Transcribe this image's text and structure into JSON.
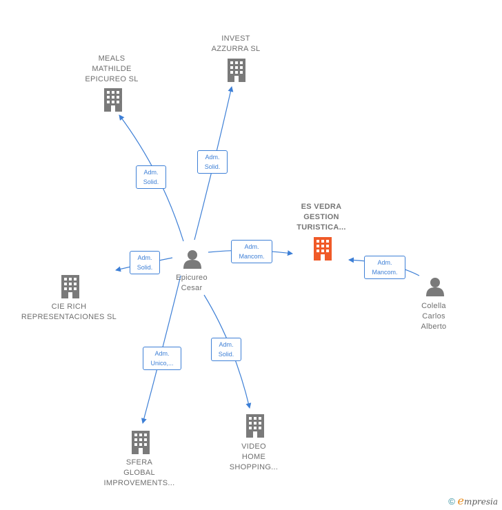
{
  "nodes": {
    "center": {
      "lines": [
        "Epicureo",
        "Cesar"
      ]
    },
    "meals": {
      "lines": [
        "MEALS",
        "MATHILDE",
        "EPICUREO  SL"
      ]
    },
    "invest": {
      "lines": [
        "INVEST",
        "AZZURRA  SL"
      ]
    },
    "esvedra": {
      "lines": [
        "ES VEDRA",
        "GESTION",
        "TURISTICA..."
      ]
    },
    "cierich": {
      "lines": [
        "CIE RICH",
        "REPRESENTACIONES SL"
      ]
    },
    "sfera": {
      "lines": [
        "SFERA",
        "GLOBAL",
        "IMPROVEMENTS..."
      ]
    },
    "video": {
      "lines": [
        "VIDEO",
        "HOME",
        "SHOPPING..."
      ]
    },
    "colella": {
      "lines": [
        "Colella",
        "Carlos",
        "Alberto"
      ]
    }
  },
  "edges": {
    "meals": [
      "Adm.",
      "Solid."
    ],
    "invest": [
      "Adm.",
      "Solid."
    ],
    "esvedra": [
      "Adm.",
      "Mancom."
    ],
    "cierich": [
      "Adm.",
      "Solid."
    ],
    "sfera": [
      "Adm.",
      "Unico,..."
    ],
    "video": [
      "Adm.",
      "Solid."
    ],
    "colella": [
      "Adm.",
      "Mancom."
    ]
  },
  "colors": {
    "company": "#7a7a7a",
    "highlight": "#f05a28",
    "person": "#7a7a7a",
    "edge": "#3d7fd6"
  },
  "footer": {
    "copyright": "©",
    "brand_first": "e",
    "brand_rest": "mpresia"
  }
}
